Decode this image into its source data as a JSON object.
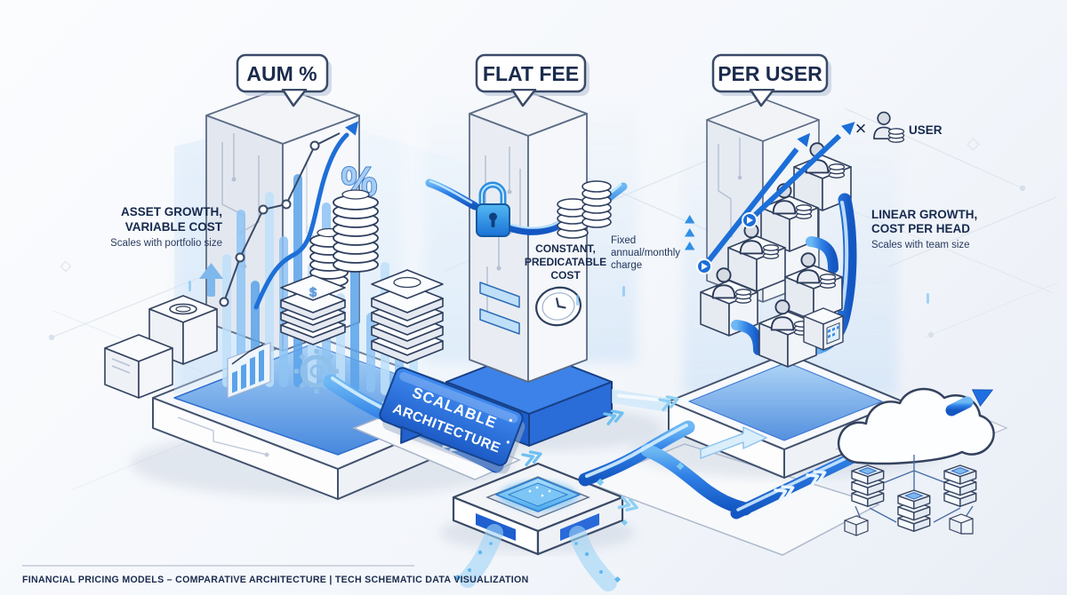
{
  "header_labels": {
    "aum": "AUM %",
    "flat_fee": "FLAT FEE",
    "per_user": "PER USER"
  },
  "aum": {
    "heading_line1": "ASSET GROWTH,",
    "heading_line2": "VARIABLE COST",
    "subtext": "Scales with portfolio size",
    "percent_symbol": "%",
    "dollar_symbol": "$"
  },
  "flat_fee": {
    "heading_line1": "CONSTANT,",
    "heading_line2": "PREDICATABLE",
    "heading_line3": "COST",
    "note_line1": "Fixed",
    "note_line2": "annual/monthly",
    "note_line3": "charge"
  },
  "per_user": {
    "heading_line1": "LINEAR GROWTH,",
    "heading_line2": "COST PER HEAD",
    "subtext": "Scales with team size",
    "times_symbol": "×",
    "user_label": "USER"
  },
  "banner": {
    "line1": "SCALABLE",
    "line2": "ARCHITECTURE"
  },
  "footer": {
    "text": "FINANCIAL PRICING MODELS – COMPARATIVE ARCHITECTURE | TECH SCHEMATIC DATA VISUALIZATION"
  },
  "colors": {
    "accent_blue": "#1f6fe0",
    "glow_blue": "#35a3f0",
    "navy_text": "#16294d",
    "banner_blue": "#2767d9",
    "base_blue": "#2f6fdd"
  },
  "icons": {
    "lock": "padlock",
    "clock": "clock",
    "cloud": "cloud",
    "gear": "gear",
    "user": "user-figure",
    "coins": "coin-stack",
    "servers": "server-stack",
    "chip": "cpu-chip",
    "growth": "growth-arrow"
  }
}
